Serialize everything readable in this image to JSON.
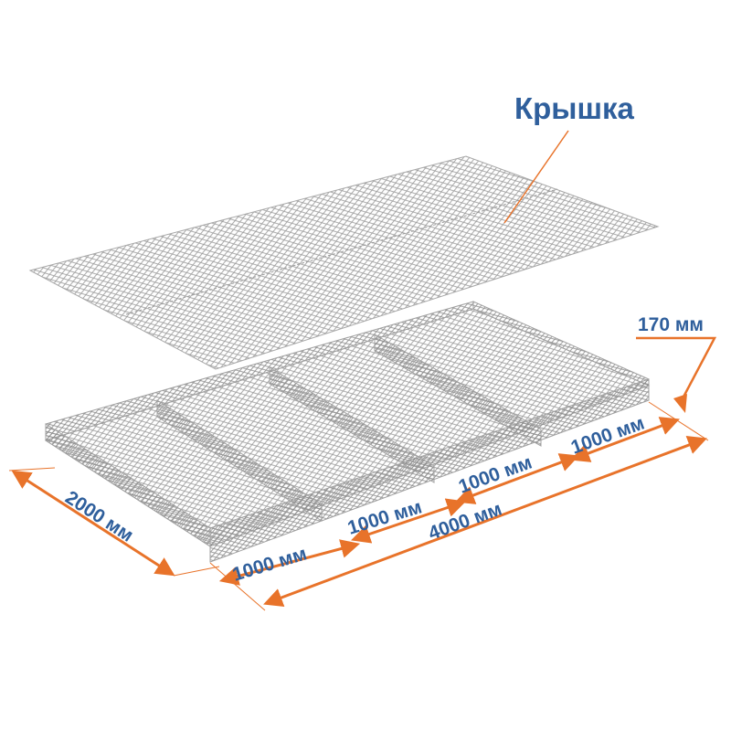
{
  "labels": {
    "lid": "Крышка",
    "height": "170 мм",
    "width": "2000 мм",
    "total_length": "4000 мм",
    "section_1": "1000 мм",
    "section_2": "1000 мм",
    "section_3": "1000 мм",
    "section_4": "1000 мм"
  },
  "colors": {
    "label_text": "#2f5f9c",
    "dimension_arrows": "#e8732a",
    "mesh": "#9a9a9a"
  }
}
